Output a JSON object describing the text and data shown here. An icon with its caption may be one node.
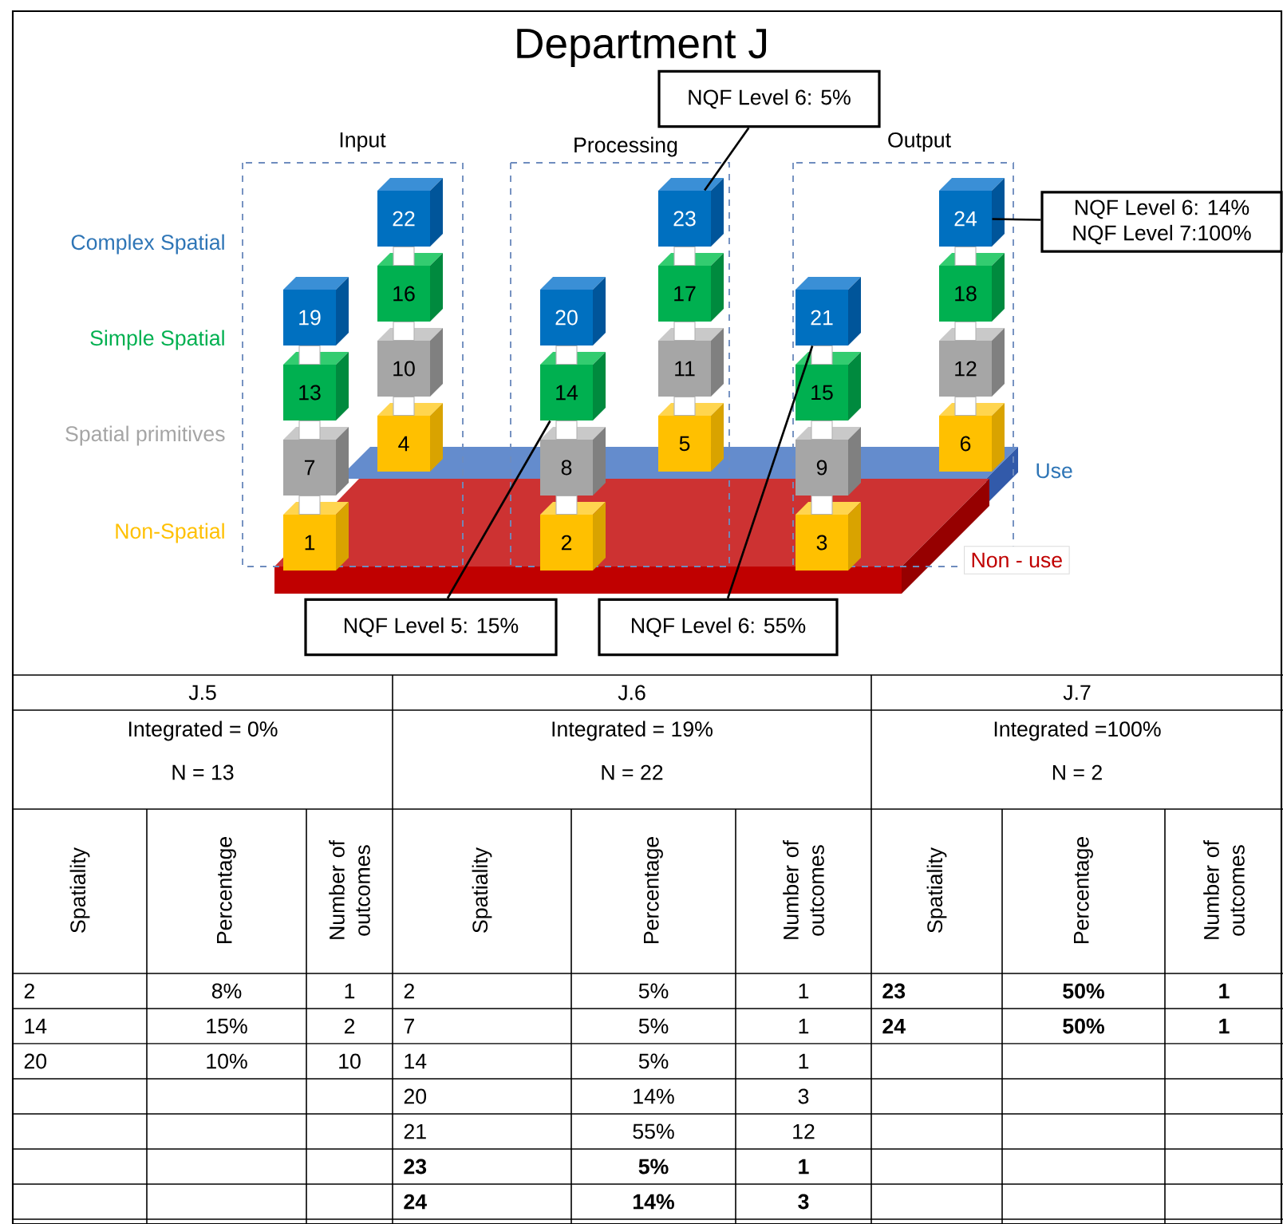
{
  "diagram": {
    "title": "Department J",
    "nodes": [
      {
        "text": [
          "Input"
        ]
      },
      {
        "text": [
          "Processing"
        ]
      },
      {
        "text": [
          "Output"
        ]
      },
      {
        "text": [
          "1"
        ],
        "in": 0
      },
      {
        "text": [
          "2"
        ],
        "in": 1
      },
      {
        "text": [
          "3"
        ],
        "in": 2
      },
      {
        "text": [
          "4"
        ],
        "in": 0
      },
      {
        "text": [
          "5"
        ],
        "in": 1
      },
      {
        "text": [
          "6"
        ],
        "in": 2
      },
      {
        "text": [
          "7"
        ],
        "in": 0
      },
      {
        "text": [
          "8"
        ],
        "in": 1
      },
      {
        "text": [
          "9"
        ],
        "in": 2
      },
      {
        "text": [
          "10"
        ],
        "in": 0
      },
      {
        "text": [
          "11"
        ],
        "in": 1
      },
      {
        "text": [
          "12"
        ],
        "in": 2
      },
      {
        "text": [
          "13"
        ],
        "in": 0
      },
      {
        "text": [
          "14"
        ],
        "in": 1
      },
      {
        "text": [
          "15"
        ],
        "in": 2
      },
      {
        "text": [
          "16"
        ],
        "in": 0
      },
      {
        "text": [
          "17"
        ],
        "in": 1
      },
      {
        "text": [
          "18"
        ],
        "in": 2
      },
      {
        "text": [
          "19"
        ],
        "in": 0
      },
      {
        "text": [
          "20"
        ],
        "in": 1
      },
      {
        "text": [
          "21"
        ],
        "in": 2
      },
      {
        "text": [
          "22"
        ],
        "in": 0
      },
      {
        "text": [
          "23"
        ],
        "in": 1
      },
      {
        "text": [
          "24"
        ],
        "in": 2
      },
      {
        "text": [
          "NQF Level 6: 5%"
        ]
      },
      {
        "text": [
          "NQF Level 6: 14%",
          "NQF Level 7:100%"
        ]
      },
      {
        "text": [
          "NQF Level 5: 15%"
        ]
      },
      {
        "text": [
          "NQF Level 6: 55%"
        ]
      }
    ],
    "edges": [
      {
        "from": 3,
        "to": 9,
        "arrow": "none",
        "style": "thick"
      },
      {
        "from": 9,
        "to": 15,
        "arrow": "none",
        "style": "thick"
      },
      {
        "from": 15,
        "to": 21,
        "arrow": "none",
        "style": "thick"
      },
      {
        "from": 6,
        "to": 12,
        "arrow": "none",
        "style": "thick"
      },
      {
        "from": 12,
        "to": 18,
        "arrow": "none",
        "style": "thick"
      },
      {
        "from": 18,
        "to": 24,
        "arrow": "none",
        "style": "thick"
      },
      {
        "from": 4,
        "to": 10,
        "arrow": "none",
        "style": "thick"
      },
      {
        "from": 10,
        "to": 16,
        "arrow": "none",
        "style": "thick"
      },
      {
        "from": 16,
        "to": 22,
        "arrow": "none",
        "style": "thick"
      },
      {
        "from": 7,
        "to": 13,
        "arrow": "none",
        "style": "thick"
      },
      {
        "from": 13,
        "to": 19,
        "arrow": "none",
        "style": "thick"
      },
      {
        "from": 19,
        "to": 25,
        "arrow": "none",
        "style": "thick"
      },
      {
        "from": 5,
        "to": 11,
        "arrow": "none",
        "style": "thick"
      },
      {
        "from": 11,
        "to": 17,
        "arrow": "none",
        "style": "thick"
      },
      {
        "from": 17,
        "to": 23,
        "arrow": "none",
        "style": "thick"
      },
      {
        "from": 8,
        "to": 14,
        "arrow": "none",
        "style": "thick"
      },
      {
        "from": 14,
        "to": 20,
        "arrow": "none",
        "style": "thick"
      },
      {
        "from": 20,
        "to": 26,
        "arrow": "none",
        "style": "thick"
      },
      {
        "from": 27,
        "to": 25,
        "arrow": "none"
      },
      {
        "from": 28,
        "to": 26,
        "arrow": "none"
      },
      {
        "from": 29,
        "to": 16,
        "arrow": "none"
      },
      {
        "from": 30,
        "to": 23,
        "arrow": "none"
      }
    ],
    "labels": [
      "Complex Spatial",
      "Simple Spatial",
      "Spatial primitives",
      "Non-Spatial",
      "Use",
      "Non - use",
      "J.5",
      "J.6",
      "J.7",
      "Integrated = 0%",
      "N = 13",
      "Integrated = 19%",
      "N = 22",
      "Integrated =100%",
      "N = 2",
      "Spatiality",
      "Percentage",
      "Number of outcomes",
      "Spatiality",
      "Percentage",
      "Number of outcomes",
      "Spatiality",
      "Percentage",
      "Number of outcomes",
      "2",
      "8%",
      "1",
      "2",
      "5%",
      "1",
      "23",
      "50%",
      "1",
      "14",
      "15%",
      "2",
      "7",
      "5%",
      "1",
      "24",
      "50%",
      "1",
      "20",
      "10%",
      "10",
      "14",
      "5%",
      "1",
      "20",
      "14%",
      "3",
      "21",
      "55%",
      "12",
      "23",
      "5%",
      "1",
      "24",
      "14%",
      "3"
    ]
  }
}
